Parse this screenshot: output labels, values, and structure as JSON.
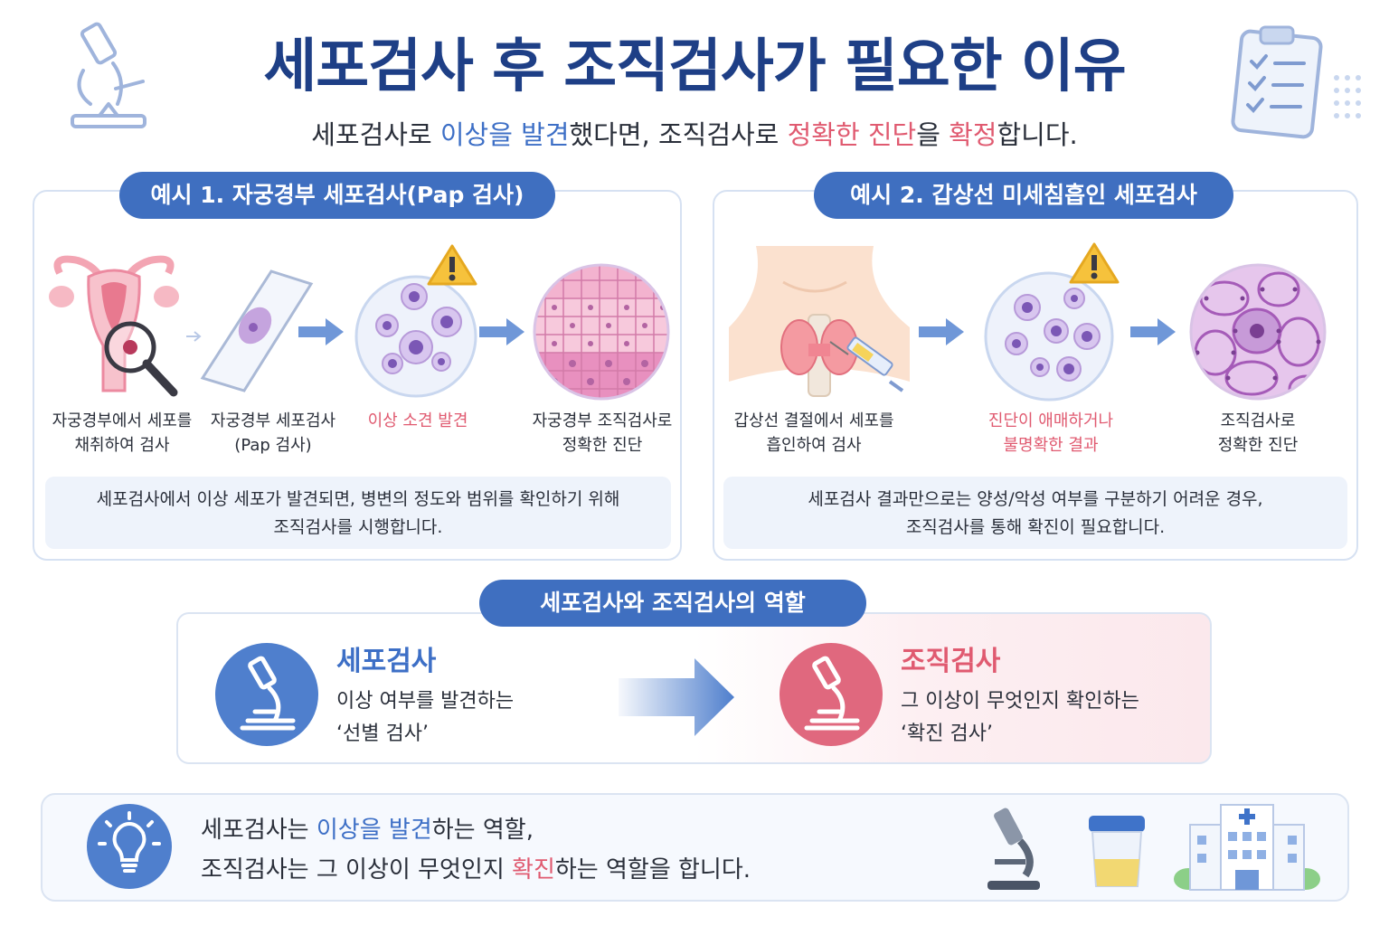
{
  "header": {
    "title": "세포검사 후 조직검사가 필요한 이유",
    "subtitle": {
      "p1": "세포검사로 ",
      "h1": "이상을 발견",
      "p2": "했다면, 조직검사로 ",
      "h2": "정확한 진단",
      "p3": "을 ",
      "h3": "확정",
      "p4": "합니다."
    }
  },
  "example1": {
    "title": "예시 1. 자궁경부 세포검사(Pap 검사)",
    "steps": [
      {
        "line1": "자궁경부에서 세포를",
        "line2": "채취하여 검사"
      },
      {
        "line1": "자궁경부 세포검사",
        "line2": "(Pap 검사)"
      },
      {
        "line1": "이상 소견 발견",
        "line2": ""
      },
      {
        "line1": "자궁경부 조직검사로",
        "line2": "정확한 진단"
      }
    ],
    "note": {
      "line1": "세포검사에서 이상 세포가 발견되면, 병변의 정도와 범위를 확인하기 위해",
      "line2": "조직검사를 시행합니다."
    }
  },
  "example2": {
    "title": "예시 2. 갑상선 미세침흡인 세포검사",
    "steps": [
      {
        "line1": "갑상선 결절에서 세포를",
        "line2": "흡인하여 검사"
      },
      {
        "line1": "진단이 애매하거나",
        "line2": "불명확한 결과"
      },
      {
        "line1": "조직검사로",
        "line2": "정확한 진단"
      }
    ],
    "note": {
      "line1": "세포검사 결과만으로는 양성/악성 여부를 구분하기 어려운 경우,",
      "line2": "조직검사를 통해 확진이 필요합니다."
    }
  },
  "roles": {
    "title": "세포검사와 조직검사의 역할",
    "cytology": {
      "title": "세포검사",
      "line1": "이상 여부를 발견하는",
      "line2": "‘선별 검사’"
    },
    "histology": {
      "title": "조직검사",
      "line1": "그 이상이 무엇인지 확인하는",
      "line2": "‘확진 검사’"
    }
  },
  "summary": {
    "l1a": "세포검사는 ",
    "l1b": "이상을 발견",
    "l1c": "하는 역할,",
    "l2a": "조직검사는 그 이상이 무엇인지 ",
    "l2b": "확진",
    "l2c": "하는 역할을 합니다."
  },
  "colors": {
    "navy": "#1e3f86",
    "blue": "#3d6fc6",
    "red": "#e05a70",
    "pill": "#3f6fc0"
  }
}
